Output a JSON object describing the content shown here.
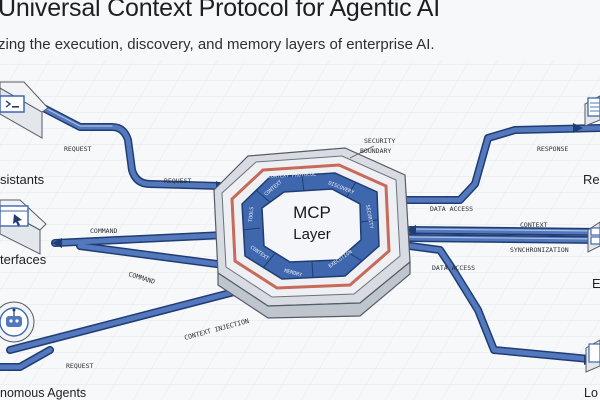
{
  "header": {
    "title": "Universal Context Protocol for Agentic AI",
    "subtitle": "zing the execution, discovery, and memory layers of enterprise AI."
  },
  "core": {
    "title_line1": "MCP",
    "title_line2": "Layer",
    "ring_labels": [
      "CONTEXT PROTOCOL",
      "DISCOVERY",
      "SECURITY",
      "EXECUTION",
      "MEMORY",
      "CONTEXT",
      "TOOLS",
      "CONTEXT"
    ],
    "security_boundary_line1": "SECURITY",
    "security_boundary_line2": "BOUNDARY"
  },
  "left_nodes": [
    {
      "label": "sistants",
      "icon": "terminal-icon"
    },
    {
      "label": "terfaces",
      "icon": "cursor-window-icon"
    },
    {
      "label": "nomous Agents",
      "icon": "robot-icon"
    }
  ],
  "right_nodes": [
    {
      "label": "Rela",
      "icon": "document-icon"
    },
    {
      "label": "E",
      "icon": "server-icon"
    },
    {
      "label": "Lo",
      "icon": "log-icon"
    }
  ],
  "flows": {
    "left_request_top": "REQUEST",
    "left_request_core": "REQUEST",
    "left_command": "COMMAND",
    "left_command_diag": "COMMAND",
    "left_context_injection": "CONTEXT INJECTION",
    "left_request_bottom": "REQUEST",
    "right_response": "RESPONSE",
    "right_data_access_top": "DATA ACCESS",
    "right_context": "CONTEXT",
    "right_synchronization": "SYNCHRONIZATION",
    "right_data_access_bottom": "DATA ACCESS"
  },
  "colors": {
    "pipe_blue": "#3f67ad",
    "pipe_edge": "#1f3d73",
    "core_blue": "#4a6fb3",
    "boundary_red": "#c86a5a",
    "panel_gray": "#e3e6ea",
    "line_gray": "#8c939c"
  }
}
